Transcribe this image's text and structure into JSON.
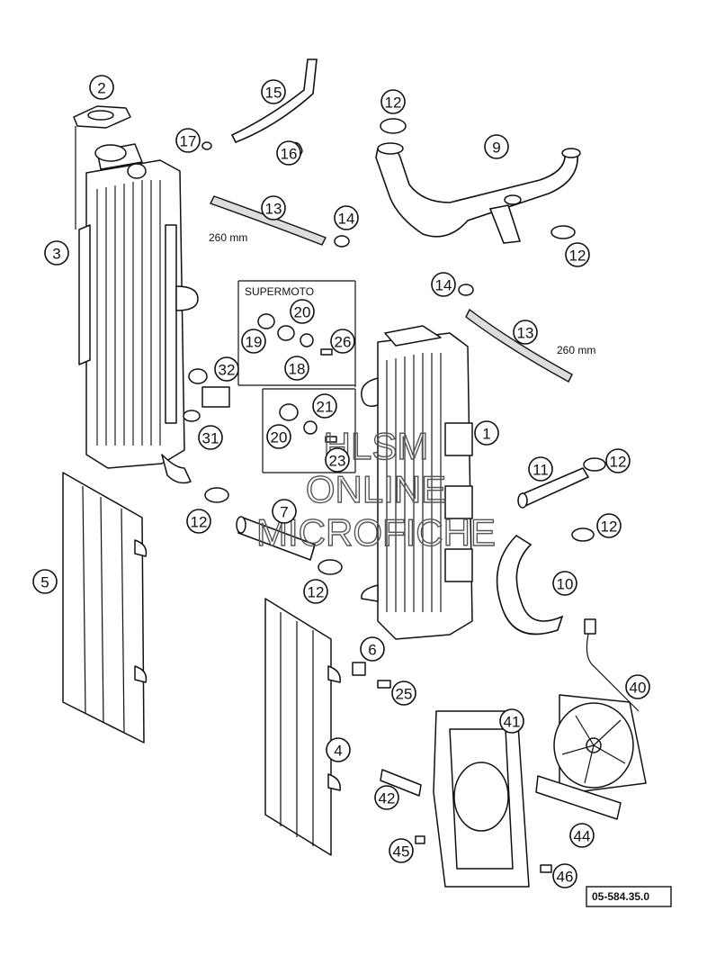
{
  "diagram": {
    "callouts": [
      "1",
      "2",
      "3",
      "4",
      "5",
      "6",
      "7",
      "9",
      "10",
      "11",
      "12",
      "12",
      "12",
      "12",
      "12",
      "12",
      "13",
      "13",
      "14",
      "14",
      "15",
      "16",
      "17",
      "18",
      "19",
      "20",
      "20",
      "21",
      "23",
      "25",
      "26",
      "31",
      "32",
      "40",
      "41",
      "42",
      "44",
      "45",
      "46"
    ],
    "length_labels": [
      "260 mm",
      "260 mm"
    ],
    "variant_label": "SUPERMOTO",
    "document_number": "05-584.35.0",
    "watermark": [
      "HLSM",
      "ONLINE",
      "MICROFICHE"
    ]
  }
}
